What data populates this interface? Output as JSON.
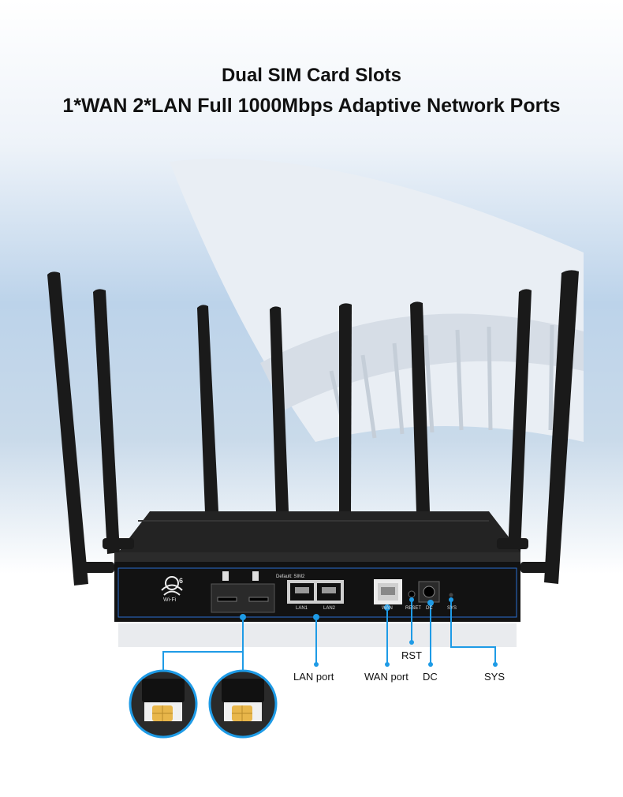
{
  "header": {
    "line1": "Dual SIM Card Slots",
    "line2": "1*WAN 2*LAN Full 1000Mbps Adaptive Network Ports"
  },
  "panel": {
    "logo_text": "Wi-Fi",
    "logo_number": "6",
    "default_sim": "Default: SIM2",
    "lan1": "LAN1",
    "lan2": "LAN2",
    "wan": "WAN",
    "reset": "RESET",
    "dc": "DC",
    "sys": "SYS"
  },
  "callouts": {
    "lan_port": "LAN port",
    "wan_port": "WAN port",
    "rst": "RST",
    "dc": "DC",
    "sys": "SYS"
  },
  "colors": {
    "accent": "#1e9be6",
    "sim_gold": "#e8b64a"
  }
}
